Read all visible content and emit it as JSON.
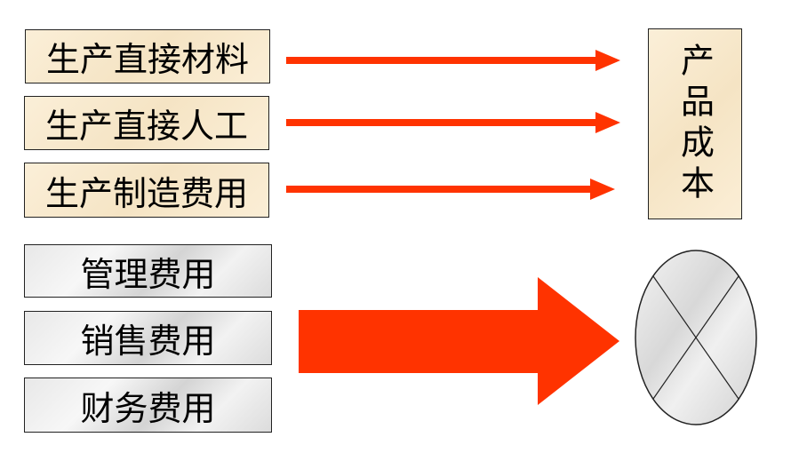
{
  "inputs": [
    "生产直接材料",
    "生产直接人工",
    "生产制造费用"
  ],
  "target": "产品成本",
  "period_costs": [
    "管理费用",
    "销售费用",
    "财务费用"
  ],
  "colors": {
    "arrow": "#ff3300",
    "tan": "#f7e8cc",
    "marble": "#e6e6e6"
  }
}
